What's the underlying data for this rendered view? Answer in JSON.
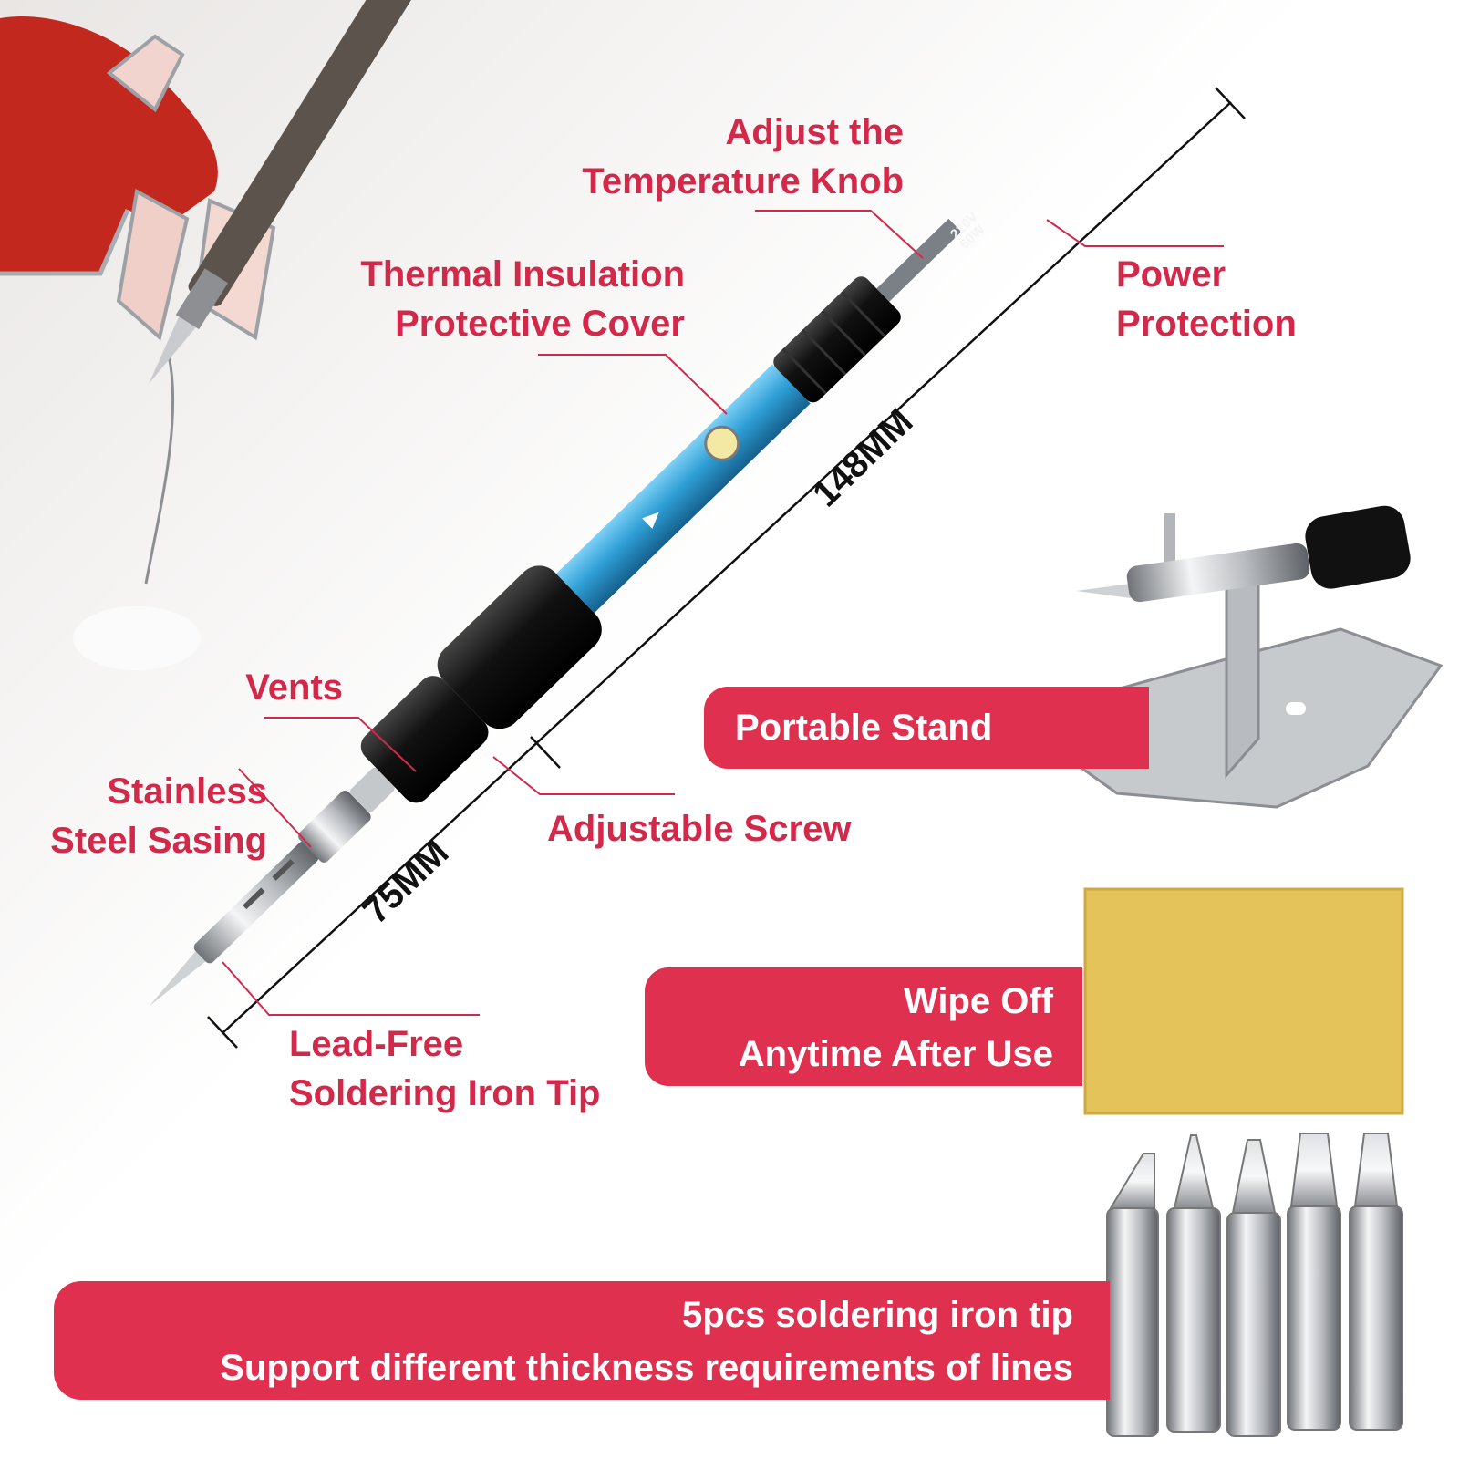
{
  "labels": {
    "adjust_knob": [
      "Adjust the",
      "Temperature Knob"
    ],
    "thermal_cover": [
      "Thermal Insulation",
      "Protective Cover"
    ],
    "power_protection": [
      "Power",
      "Protection"
    ],
    "vents": [
      "Vents"
    ],
    "stainless_casing": [
      "Stainless",
      "Steel Sasing"
    ],
    "adjustable_screw": [
      "Adjustable Screw"
    ],
    "lead_free_tip": [
      "Lead-Free",
      "Soldering Iron Tip"
    ]
  },
  "dimensions": {
    "long": "148MM",
    "short": "75MM"
  },
  "handle_print": {
    "voltage": "220V",
    "wattage": "60W"
  },
  "banners": {
    "portable_stand": [
      "Portable Stand"
    ],
    "wipe_off": [
      "Wipe Off",
      "Anytime After Use"
    ],
    "tips": [
      "5pcs soldering iron tip",
      "Support different thickness requirements of lines"
    ]
  },
  "colors": {
    "accent": "#d2294b",
    "banner": "#e0304f",
    "handle": "#2f9fd6",
    "grip": "#111111",
    "sponge": "#e3c35a"
  },
  "icons": [
    "soldering-iron",
    "solder-stand",
    "cleaning-sponge",
    "soldering-tip"
  ]
}
